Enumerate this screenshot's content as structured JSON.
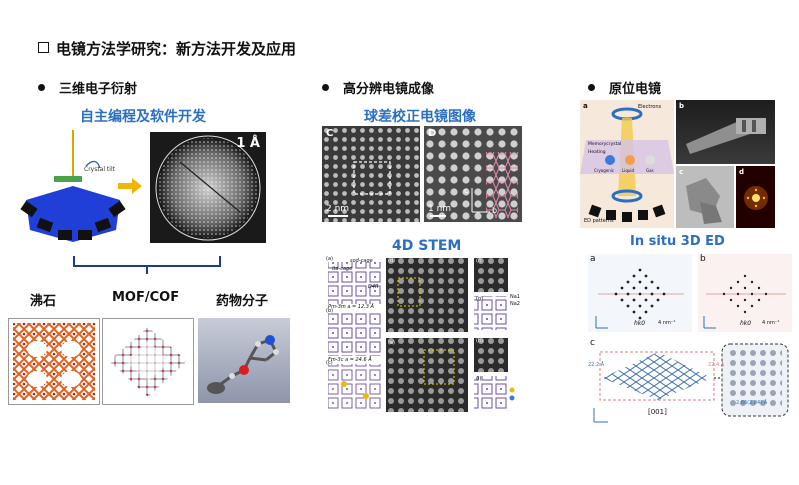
{
  "slide": {
    "title": "电镜方法学研究：新方法开发及应用",
    "col1": {
      "heading": "三维电子衍射",
      "subheading": "自主编程及软件开发",
      "crystal_tilt": "Crystal tilt",
      "pattern_label": "1 Å",
      "categories": [
        "沸石",
        "MOF/COF",
        "药物分子"
      ]
    },
    "col2": {
      "heading": "高分辨电镜成像",
      "subheading": "球差校正电镜图像",
      "panel_c": "C",
      "panel_d": "D",
      "scale_c": "2 nm",
      "scale_d": "1 nm",
      "axis_c": "c",
      "axis_b": "b",
      "stem_title": "4D STEM",
      "stem_labels": [
        "lta-cage",
        "sod-cage",
        "D4R",
        "Pm-3m a = 12.3 Å",
        "Fm-3c a = 24.6 Å"
      ],
      "panel_letters": [
        "(a)",
        "(b)",
        "(c)",
        "(d)",
        "(e)",
        "(f)",
        "(g)",
        "(h)",
        "(i)"
      ],
      "legend": [
        "Na1",
        "Na2"
      ]
    },
    "col3": {
      "heading": "原位电镜",
      "panel_a": "a",
      "panel_b": "b",
      "panel_c": "c",
      "panel_d": "d",
      "electrons": "Electrons",
      "memory": "Memorycrystal",
      "heating": "Heating",
      "states": [
        "Cryogenic",
        "Liquid",
        "Gas"
      ],
      "ed_patterns": "ED patterns",
      "insitu_title": "In situ 3D ED",
      "ed_a": "a",
      "ed_b": "b",
      "ed_c": "c",
      "hk0_a": "hk0",
      "hk0_b": "hk0",
      "scale_ed": "4 nm⁻¹",
      "dir": "[001]",
      "dim1": "22.2 Å",
      "dim2": "22.4 Å",
      "dim3": "2.86(2.84) Å"
    }
  }
}
